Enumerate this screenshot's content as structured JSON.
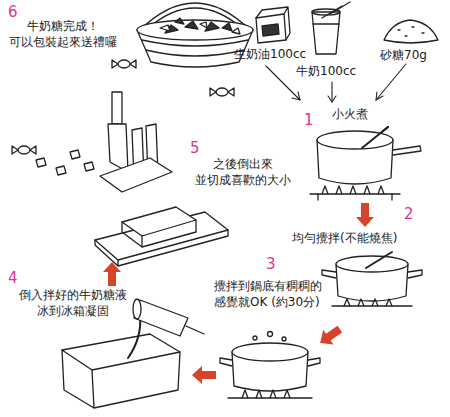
{
  "diagram": {
    "labels": [
      "6",
      "牛奶糖完成！ 可以包裝起來送禮囉",
      "生奶油100cc",
      "牛奶100cc",
      "砂糖70g",
      "1",
      "小火煮",
      "5",
      "之後倒出來 並切成喜歡的大小",
      "2",
      "均勻攪拌(不能燒焦)",
      "4",
      "3",
      "攪拌到鍋底有稠稠的 感覺就OK (約30分)",
      "倒入拌好的牛奶糖液 冰到冰箱凝固"
    ]
  }
}
